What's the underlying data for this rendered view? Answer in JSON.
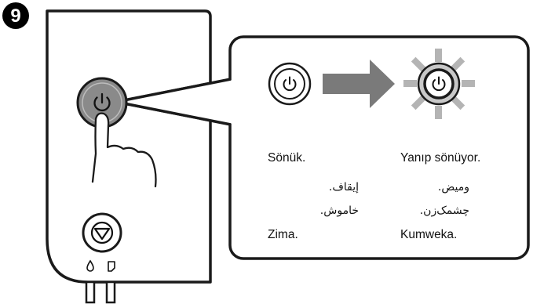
{
  "step": {
    "number": "9"
  },
  "states": {
    "off": {
      "label_tr": "Sönük.",
      "label_ar": "إيقاف.",
      "label_fa": "خاموش.",
      "label_sw": "Zima."
    },
    "blinking": {
      "label_tr": "Yanıp sönüyor.",
      "label_ar": "وميض.",
      "label_fa": "چشمک‌زن.",
      "label_sw": "Kumweka."
    }
  },
  "icons": {
    "power": "power-icon",
    "stop": "stop-icon",
    "ink": "ink-drop-icon",
    "paper": "paper-icon",
    "hand": "pointing-hand-icon",
    "arrow": "arrow-right-icon",
    "rays": "light-rays-icon"
  },
  "colors": {
    "outline": "#1a1a1a",
    "pressed_button": "#8a8a8a",
    "arrow": "#7a7a7a",
    "rays": "#b4b4b4",
    "lit_ring": "#c8c8c8"
  }
}
